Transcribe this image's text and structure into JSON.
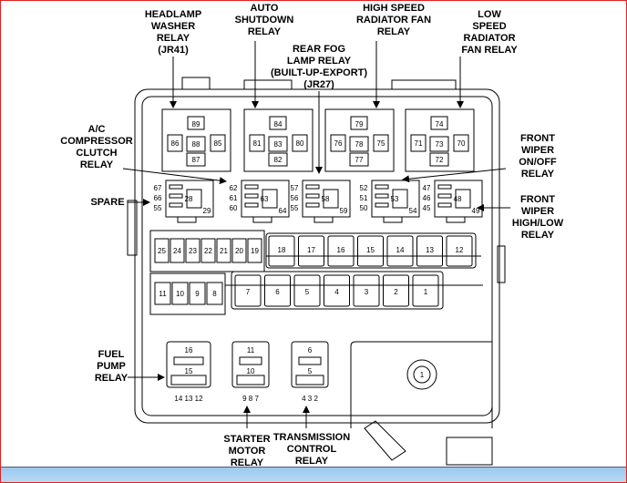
{
  "callouts": [
    {
      "id": "headlamp-washer-relay",
      "lines": [
        "HEADLAMP",
        "WASHER",
        "RELAY",
        "(JR41)"
      ]
    },
    {
      "id": "auto-shutdown-relay",
      "lines": [
        "AUTO",
        "SHUTDOWN",
        "RELAY"
      ]
    },
    {
      "id": "high-speed-radiator-fan-relay",
      "lines": [
        "HIGH SPEED",
        "RADIATOR FAN",
        "RELAY"
      ]
    },
    {
      "id": "low-speed-radiator-fan-relay",
      "lines": [
        "LOW",
        "SPEED",
        "RADIATOR",
        "FAN RELAY"
      ]
    },
    {
      "id": "rear-fog-lamp-relay",
      "lines": [
        "REAR FOG",
        "LAMP RELAY",
        "(BUILT-UP-EXPORT)",
        "(JR27)"
      ]
    },
    {
      "id": "ac-compressor-clutch-relay",
      "lines": [
        "A/C",
        "COMPRESSOR",
        "CLUTCH",
        "RELAY"
      ]
    },
    {
      "id": "spare",
      "lines": [
        "SPARE"
      ]
    },
    {
      "id": "front-wiper-on-off-relay",
      "lines": [
        "FRONT",
        "WIPER",
        "ON/OFF",
        "RELAY"
      ]
    },
    {
      "id": "front-wiper-high-low-relay",
      "lines": [
        "FRONT",
        "WIPER",
        "HIGH/LOW",
        "RELAY"
      ]
    },
    {
      "id": "fuel-pump-relay",
      "lines": [
        "FUEL",
        "PUMP",
        "RELAY"
      ]
    },
    {
      "id": "starter-motor-relay",
      "lines": [
        "STARTER",
        "MOTOR",
        "RELAY"
      ]
    },
    {
      "id": "transmission-control-relay",
      "lines": [
        "TRANSMISSION",
        "CONTROL",
        "RELAY"
      ]
    }
  ],
  "top_relays": [
    {
      "top": "89",
      "left": "86",
      "center": "88",
      "right": "85",
      "bottom": "87"
    },
    {
      "top": "84",
      "left": "81",
      "center": "83",
      "right": "80",
      "bottom": "82"
    },
    {
      "top": "79",
      "left": "76",
      "center": "78",
      "right": "75",
      "bottom": "77"
    },
    {
      "top": "74",
      "left": "71",
      "center": "73",
      "right": "70",
      "bottom": "72"
    }
  ],
  "mid_relays": [
    {
      "pins": [
        "67",
        "66",
        "55"
      ],
      "center": "28",
      "corner": "29"
    },
    {
      "pins": [
        "62",
        "61",
        "60"
      ],
      "center": "63",
      "corner": "64"
    },
    {
      "pins": [
        "57",
        "56",
        "55"
      ],
      "center": "58",
      "corner": "59"
    },
    {
      "pins": [
        "52",
        "51",
        "50"
      ],
      "center": "53",
      "corner": "54"
    },
    {
      "pins": [
        "47",
        "46",
        "45"
      ],
      "center": "48",
      "corner": "49"
    }
  ],
  "mini_fuses_top": [
    "25",
    "24",
    "23",
    "22",
    "21",
    "20",
    "19"
  ],
  "cartridge_fuses_top": [
    "18",
    "17",
    "16",
    "15",
    "14",
    "13",
    "12"
  ],
  "mini_fuses_bottom": [
    "11",
    "10",
    "9",
    "8"
  ],
  "cartridge_fuses_bottom": [
    "7",
    "6",
    "5",
    "4",
    "3",
    "2",
    "1"
  ],
  "bottom_relays": [
    {
      "upper": "16",
      "lower": "15",
      "pins": "14 13 12"
    },
    {
      "upper": "11",
      "lower": "10",
      "pins": "9 8 7"
    },
    {
      "upper": "6",
      "lower": "5",
      "pins": "4 3 2"
    }
  ],
  "main_fuse": "1"
}
